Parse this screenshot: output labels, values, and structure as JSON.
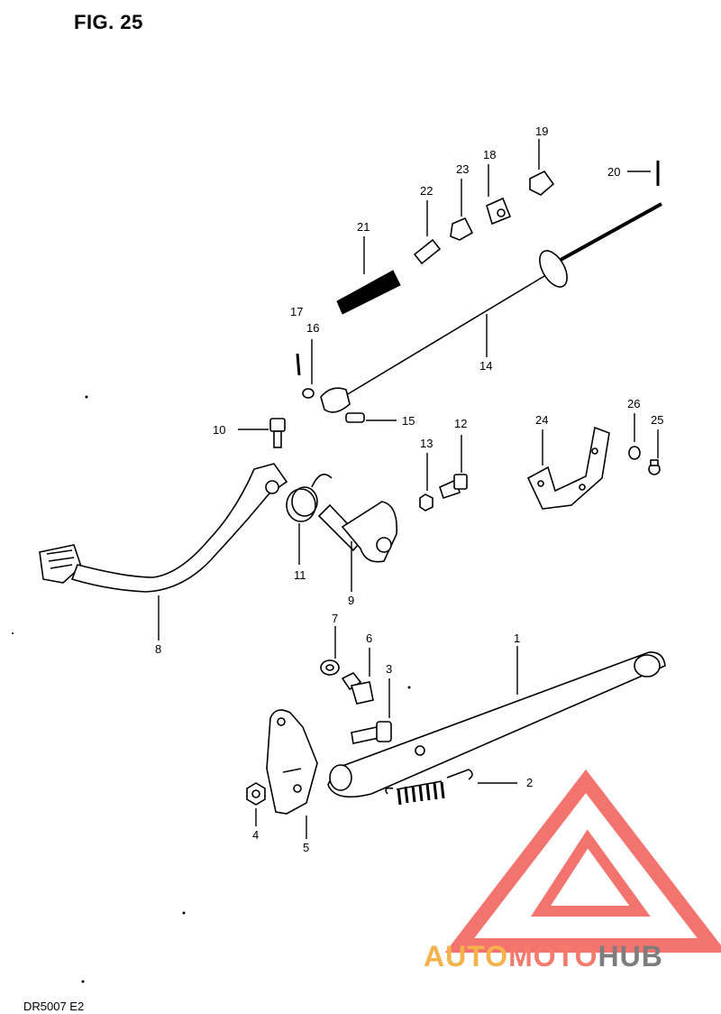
{
  "figure": {
    "title": "FIG. 25",
    "code": "DR5007 E2"
  },
  "callouts": [
    "1",
    "2",
    "3",
    "4",
    "5",
    "6",
    "7",
    "8",
    "9",
    "10",
    "11",
    "12",
    "13",
    "14",
    "15",
    "16",
    "17",
    "18",
    "19",
    "20",
    "21",
    "22",
    "23",
    "24",
    "25",
    "26"
  ],
  "watermark": {
    "auto": "AUTO",
    "moto": "MOTO",
    "hub": "HUB",
    "colors": {
      "triangle": "#f2655f",
      "auto": "#f5b24a",
      "moto": "#f47b6c",
      "hub": "#7d7d7d"
    }
  }
}
